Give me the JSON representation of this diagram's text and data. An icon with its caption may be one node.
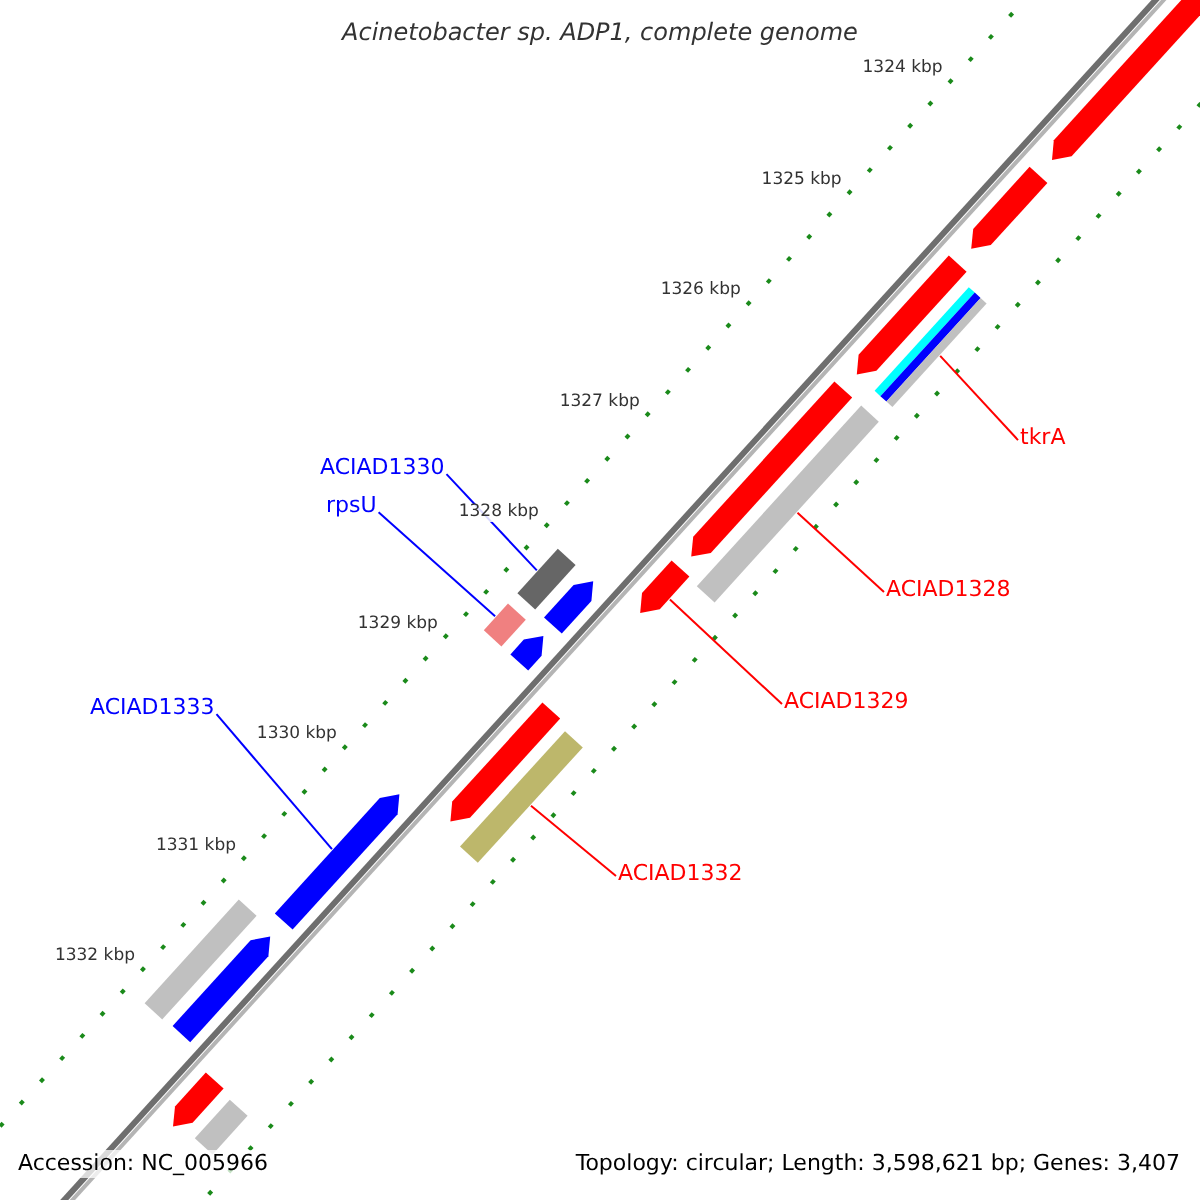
{
  "diagram": {
    "title": "Acinetobacter sp. ADP1, complete genome",
    "nodes": [
      {
        "text": [
          "ACIAD1330"
        ]
      },
      {
        "text": [
          "rpsU"
        ]
      },
      {
        "text": [
          "ACIAD1333"
        ]
      },
      {
        "text": [
          "tkrA"
        ]
      },
      {
        "text": [
          "ACIAD1328"
        ]
      },
      {
        "text": [
          "ACIAD1329"
        ]
      },
      {
        "text": [
          "ACIAD1332"
        ]
      },
      {
        "text": [],
        "shape": "bar"
      },
      {
        "text": [],
        "shape": "bar"
      },
      {
        "text": [],
        "shape": "bar"
      },
      {
        "text": [],
        "shape": "bar"
      },
      {
        "text": [],
        "shape": "bar"
      },
      {
        "text": [],
        "shape": "bar"
      },
      {
        "text": [],
        "shape": "bar"
      },
      {
        "text": [],
        "shape": "bar"
      },
      {
        "text": [],
        "shape": "bar"
      },
      {
        "text": [],
        "shape": "bar"
      },
      {
        "text": [],
        "shape": "bar"
      },
      {
        "text": [],
        "shape": "bar"
      },
      {
        "text": [],
        "shape": "bar"
      },
      {
        "text": [],
        "shape": "bar"
      },
      {
        "text": [],
        "shape": "bar"
      },
      {
        "text": [],
        "shape": "bar"
      },
      {
        "text": [],
        "shape": "bar"
      },
      {
        "text": [],
        "shape": "bar"
      }
    ],
    "edges": [
      {
        "from": 0,
        "to": 14,
        "arrow": "none",
        "color": "#0000ff"
      },
      {
        "from": 1,
        "to": 16,
        "arrow": "none",
        "color": "#0000ff"
      },
      {
        "from": 2,
        "to": 20,
        "arrow": "none",
        "color": "#0000ff"
      },
      {
        "from": 3,
        "to": 10,
        "arrow": "none"
      },
      {
        "from": 4,
        "to": 12,
        "arrow": "none"
      },
      {
        "from": 5,
        "to": 13,
        "arrow": "none"
      },
      {
        "from": 6,
        "to": 19,
        "arrow": "none"
      }
    ],
    "labels": [
      "1324 kbp",
      "1325 kbp",
      "1326 kbp",
      "1327 kbp",
      "1328 kbp",
      "1329 kbp",
      "1330 kbp",
      "1331 kbp",
      "1332 kbp",
      "Accession: NC_005966",
      "Topology: circular; Length: 3,598,621 bp; Genes: 3,407"
    ]
  }
}
